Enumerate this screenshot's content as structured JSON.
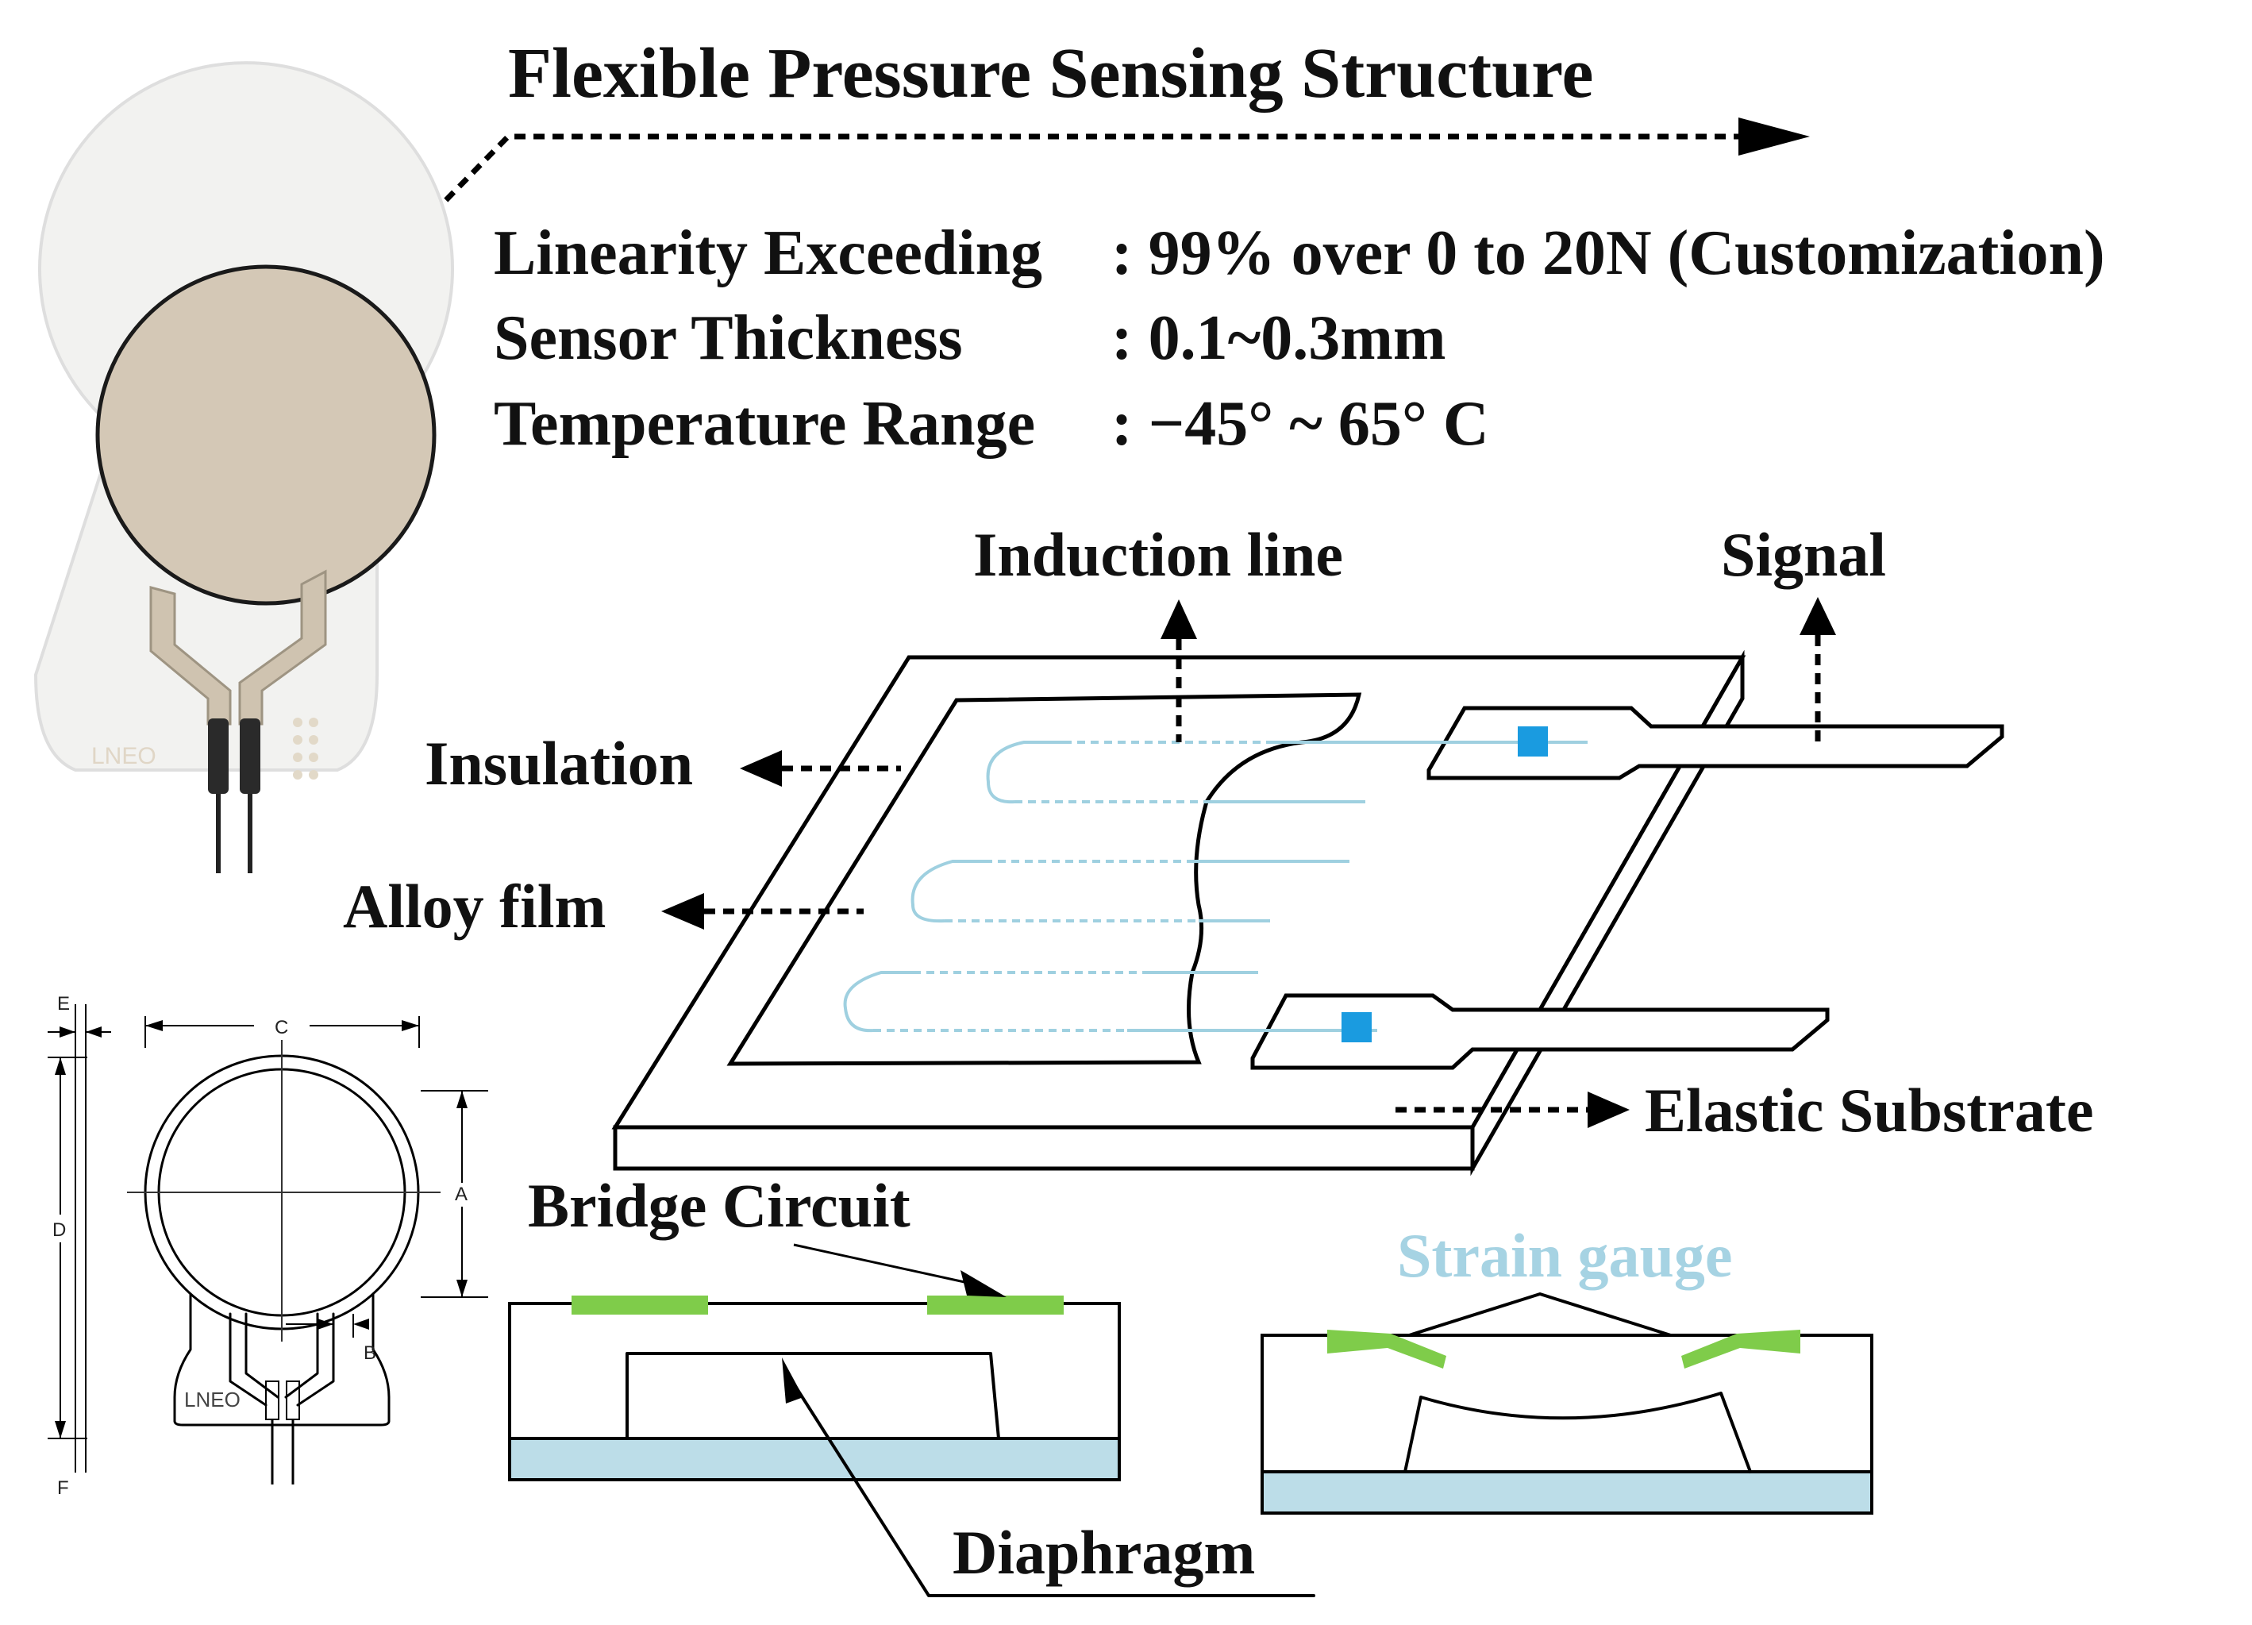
{
  "title": "Flexible Pressure Sensing Structure",
  "specs": [
    {
      "name": "Linearity Exceeding",
      "value": ": 99% over 0 to 20N (Customization)"
    },
    {
      "name": "Sensor Thickness",
      "value": ": 0.1~0.3mm"
    },
    {
      "name": "Temperature Range",
      "value": ": −45° ~ 65° C"
    }
  ],
  "labels": {
    "induction_line": "Induction line",
    "signal": "Signal",
    "insulation": "Insulation",
    "alloy_film": "Alloy film",
    "elastic_substrate": "Elastic Substrate",
    "bridge_circuit": "Bridge Circuit",
    "strain_gauge": "Strain gauge",
    "diaphragm": "Diaphragm"
  },
  "dimension_labels": {
    "a": "A",
    "b": "B",
    "c": "C",
    "d": "D",
    "e": "E",
    "f": "F"
  },
  "logo_text": "LNEO",
  "colors": {
    "strain_gauge_text": "#a6d3e3",
    "gauge_pad": "#7fcc4a",
    "substrate_fill": "#bcdde8",
    "sensor_disc": "#d4c8b6",
    "marker": "#e0141b",
    "wire_cyan": "#9fd0e0",
    "contact_blue": "#1a9be0"
  }
}
